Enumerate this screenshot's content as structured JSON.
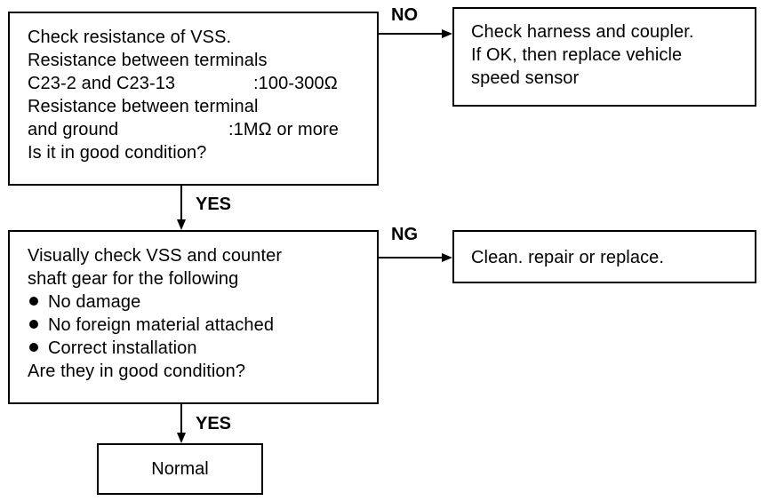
{
  "box1": {
    "lines": [
      "Check resistance of VSS.",
      "Resistance between terminals"
    ],
    "row3": {
      "left": "C23-2 and C23-13",
      "right": ":100-300Ω"
    },
    "line4": "Resistance between terminal",
    "row5": {
      "left": "and ground",
      "right": ":1MΩ or more"
    },
    "line6": "Is it in good condition?"
  },
  "box_no": {
    "lines": [
      "Check harness and coupler.",
      "If OK, then replace vehicle",
      "speed sensor"
    ]
  },
  "box2": {
    "line1": "Visually check VSS and counter",
    "line2": "shaft gear for the following",
    "bullets": [
      "No damage",
      "No foreign material attached",
      "Correct installation"
    ],
    "line_last": "Are they in good condition?"
  },
  "box_ng": {
    "text": "Clean. repair or replace."
  },
  "box_normal": {
    "text": "Normal"
  },
  "labels": {
    "no": "NO",
    "yes1": "YES",
    "ng": "NG",
    "yes2": "YES"
  },
  "colors": {
    "stroke": "#000000",
    "background": "#ffffff"
  }
}
